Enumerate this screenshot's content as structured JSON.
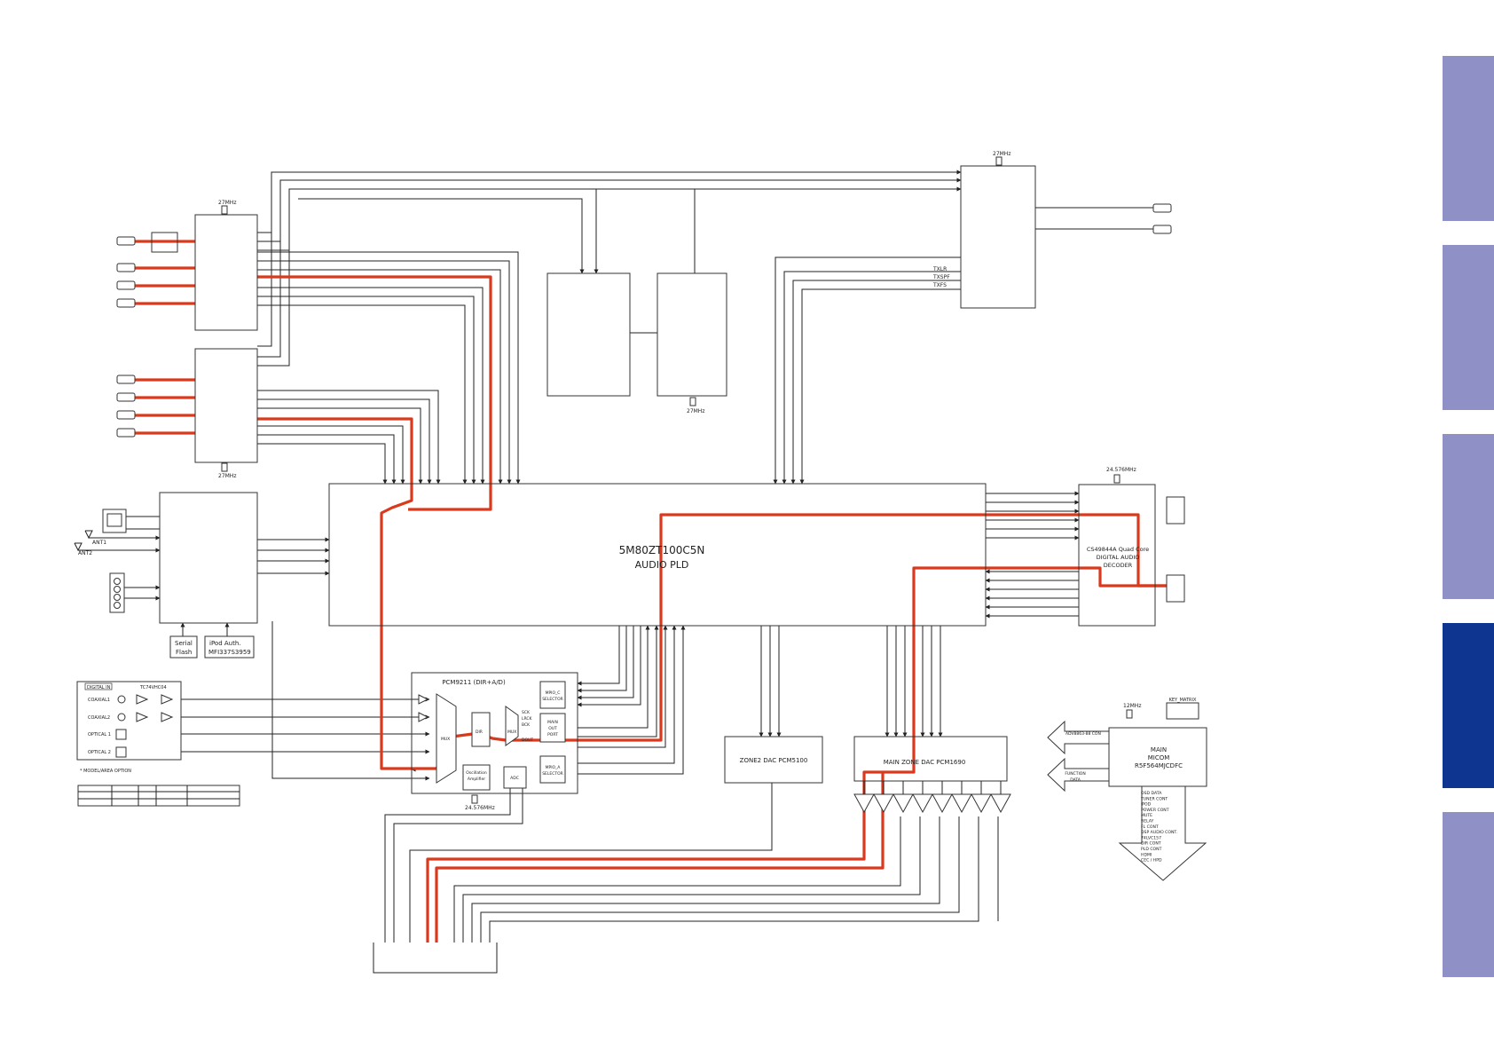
{
  "colors": {
    "signal_path": "#d93a1e",
    "tab_inactive": "#8f90c6",
    "tab_active": "#0e3590",
    "line": "#222222"
  },
  "clocks": {
    "hdmi_top": "27MHz",
    "hdmi_in1": "27MHz",
    "hdmi_in2": "27MHz",
    "video": "27MHz",
    "dsp": "24.576MHz",
    "pcm9211": "24.576MHz",
    "micom": "12MHz"
  },
  "hdmi_tx_signals": [
    "TXLR",
    "TXSPF",
    "TXFS"
  ],
  "tuner": {
    "ant1": "ANT1",
    "ant2": "ANT2"
  },
  "memory": {
    "serial_flash_1": "Serial",
    "serial_flash_2": "Flash",
    "ipod_auth_1": "iPod Auth.",
    "ipod_auth_2": "MFI337S3959"
  },
  "pld": {
    "part": "5M80ZT100C5N",
    "name": "AUDIO PLD"
  },
  "dsp": {
    "part": "CS49844A Quad Core",
    "line2": "DIGITAL AUDIO",
    "line3": "DECODER"
  },
  "digital_in": {
    "header": "DIGITAL IN",
    "buffer": "TC74VHC04",
    "inputs": [
      "COAXIAL1",
      "COAXIAL2",
      "OPTICAL 1",
      "OPTICAL 2"
    ]
  },
  "option_table": {
    "title": "* MODEL/AREA OPTION"
  },
  "pcm9211": {
    "title": "PCM9211 (DIR+A/D)",
    "mpio_c": [
      "MPIO_C",
      "SELECTOR"
    ],
    "mpio_a": [
      "MPIO_A",
      "SELECTOR"
    ],
    "sck": [
      "SCK",
      "LRCK",
      "BCK"
    ],
    "main_out": [
      "MAIN",
      "OUT",
      "PORT"
    ],
    "dout": "DOUT",
    "mux": "MUX",
    "dir": "DIR",
    "osc": [
      "Oscillation",
      "Amplifier"
    ],
    "adc": "ADC"
  },
  "zone2_dac": "ZONE2 DAC PCM5100",
  "main_dac": "MAIN ZONE DAC PCM1690",
  "micom": {
    "line1": "MAIN",
    "line2": "MICOM",
    "line3": "R5F564MJCDFC",
    "key_matrix": "KEY_MATRIX",
    "to_adv": "ADV8863-88 CON",
    "function_data_1": "FUNCTION",
    "function_data_2": "DATA",
    "outputs": [
      "OSD DATA",
      "TUNER CONT",
      "iPOD",
      "POWER CONT",
      "MUTE",
      "RELAY",
      "FL CONT",
      "DSP AUDIO CONT.",
      "74LVC157",
      "DIR CONT",
      "PLD CONT",
      "HDMI",
      "CEC / HPD"
    ]
  },
  "side_tabs": [
    {
      "id": "tab-1",
      "active": false
    },
    {
      "id": "tab-2",
      "active": false
    },
    {
      "id": "tab-3",
      "active": false
    },
    {
      "id": "tab-4",
      "active": true
    },
    {
      "id": "tab-5",
      "active": false
    }
  ]
}
